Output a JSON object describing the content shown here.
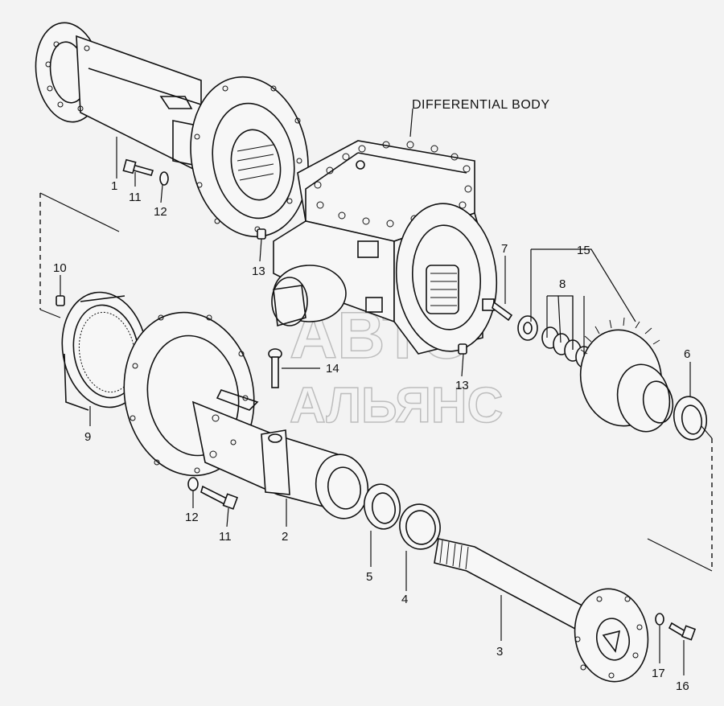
{
  "title": "DIFFERENTIAL BODY",
  "watermark": {
    "line1": "АВТО",
    "line2": "АЛЬЯНС"
  },
  "callouts": [
    {
      "id": "c1",
      "text": "1"
    },
    {
      "id": "c11a",
      "text": "11"
    },
    {
      "id": "c12a",
      "text": "12"
    },
    {
      "id": "c10",
      "text": "10"
    },
    {
      "id": "c13a",
      "text": "13"
    },
    {
      "id": "c7",
      "text": "7"
    },
    {
      "id": "c15",
      "text": "15"
    },
    {
      "id": "c8",
      "text": "8"
    },
    {
      "id": "c14",
      "text": "14"
    },
    {
      "id": "c13b",
      "text": "13"
    },
    {
      "id": "c6",
      "text": "6"
    },
    {
      "id": "c9",
      "text": "9"
    },
    {
      "id": "c12b",
      "text": "12"
    },
    {
      "id": "c11b",
      "text": "11"
    },
    {
      "id": "c2",
      "text": "2"
    },
    {
      "id": "c5",
      "text": "5"
    },
    {
      "id": "c4",
      "text": "4"
    },
    {
      "id": "c3",
      "text": "3"
    },
    {
      "id": "c17",
      "text": "17"
    },
    {
      "id": "c16",
      "text": "16"
    }
  ]
}
